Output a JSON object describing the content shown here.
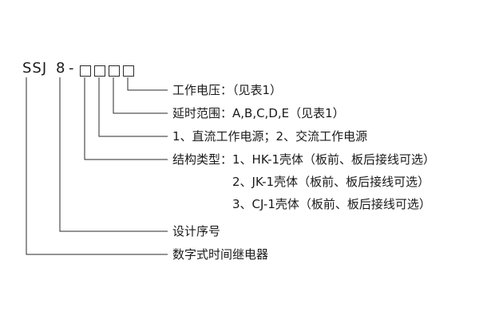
{
  "model": {
    "prefix": "SSJ",
    "design_number": "8",
    "separator": "-",
    "placeholder_boxes": 4
  },
  "callouts": {
    "working_voltage": "工作电压：（见表1）",
    "delay_range": "延时范围：A,B,C,D,E（见表1）",
    "power_type": "1、直流工作电源；2、交流工作电源",
    "structure_label": "结构类型：",
    "structure_option_1": "1、HK-1壳体（板前、板后接线可选）",
    "structure_option_2": "2、JK-1壳体（板前、板后接线可选）",
    "structure_option_3": "3、CJ-1壳体（板前、板后接线可选）",
    "design_serial": "设计序号",
    "product_name": "数字式时间继电器"
  },
  "colors": {
    "line": "#2a2a2a",
    "text": "#1a1a1a",
    "background": "#ffffff"
  }
}
